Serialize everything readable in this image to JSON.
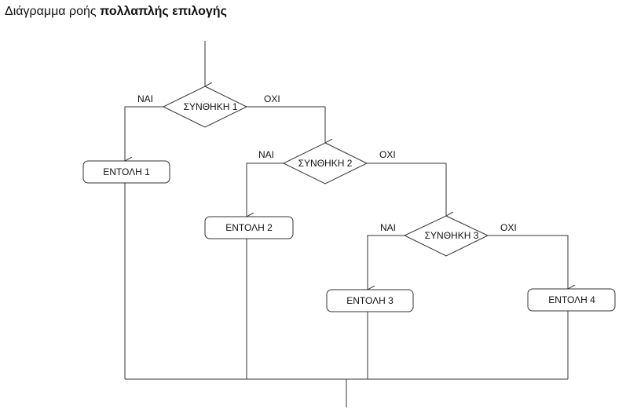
{
  "title": {
    "prefix": "Διάγραμμα ροής ",
    "emphasis": "πολλαπλής επιλογής"
  },
  "diagram": {
    "conditions": [
      "ΣΥΝΘΗΚΗ 1",
      "ΣΥΝΘΗΚΗ 2",
      "ΣΥΝΘΗΚΗ 3"
    ],
    "commands": [
      "ΕΝΤΟΛΗ 1",
      "ΕΝΤΟΛΗ 2",
      "ΕΝΤΟΛΗ 3",
      "ΕΝΤΟΛΗ 4"
    ],
    "yes_label": "ΝΑΙ",
    "no_label": "ΟΧΙ"
  }
}
